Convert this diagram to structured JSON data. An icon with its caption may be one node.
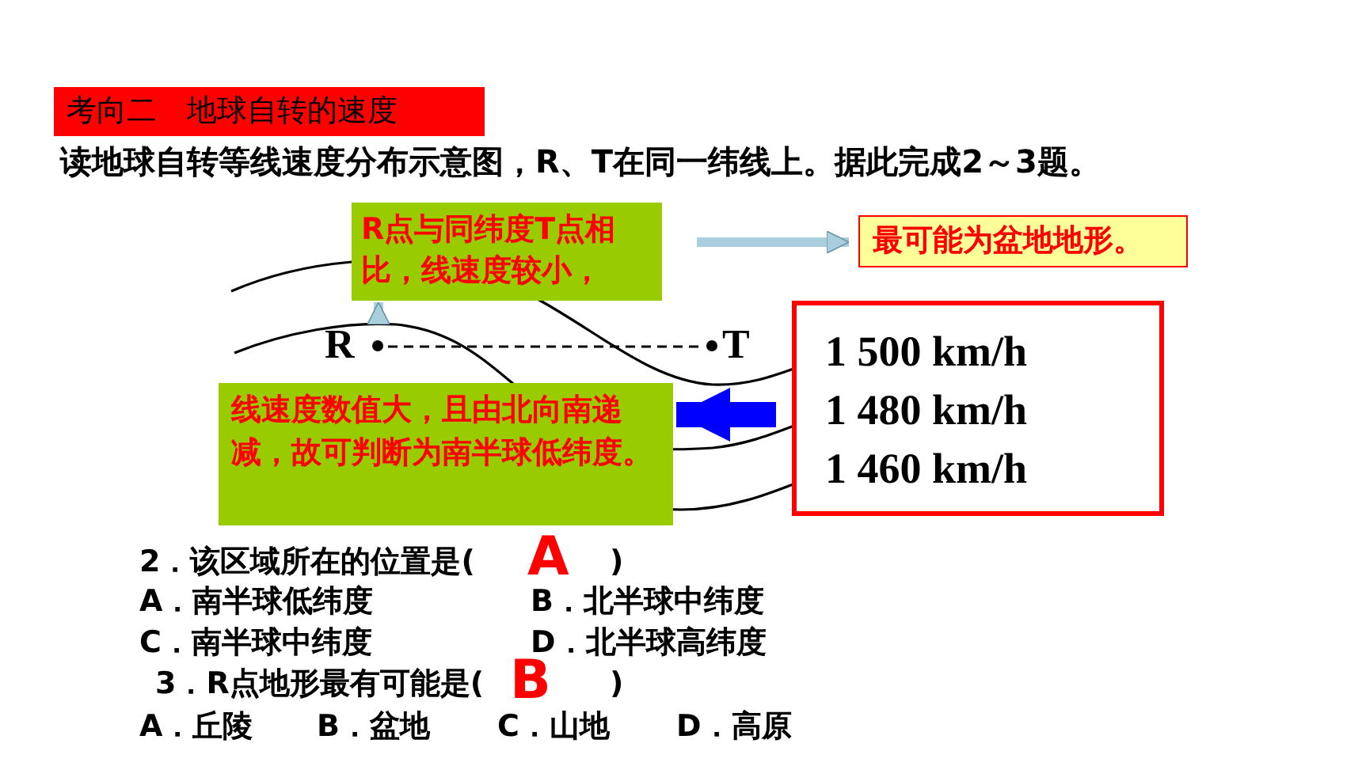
{
  "diagram": {
    "title": "考向二　地球自转的速度",
    "nodes": [
      {
        "text": [
          "R点与同纬度T点相比，线速度较小，"
        ]
      },
      {
        "text": [
          "最可能为盆地地形。"
        ]
      },
      {
        "text": [
          "线速度数值大，且由北向南递减，故可判断为南半球低纬度。"
        ]
      },
      {
        "text": [
          "1 500 km/h",
          "1 480 km/h",
          "1 460 km/h"
        ]
      },
      {
        "text": [
          "R"
        ]
      },
      {
        "text": [
          "T"
        ]
      }
    ],
    "edges": [
      {
        "from": 0,
        "to": 1,
        "arrow": "to"
      },
      {
        "from": 4,
        "to": 0,
        "arrow": "to"
      },
      {
        "from": 3,
        "to": 2,
        "arrow": "to",
        "style": "thick",
        "color": "#0000ff"
      },
      {
        "from": 4,
        "to": 5,
        "arrow": "none",
        "style": "dashed",
        "color": "#000000"
      }
    ],
    "labels": [
      "读地球自转等线速度分布示意图，**R**、**T**在同一纬线上。据此完成**2**～**3**题。",
      "2．该区域所在的位置是(",
      "A",
      ")",
      "A．南半球低纬度",
      "B．北半球中纬度",
      "C．南半球中纬度",
      "D．北半球高纬度",
      "3．R点地形最有可能是(",
      "B",
      ")",
      "A．丘陵",
      "B．盆地",
      "C．山地",
      "D．高原"
    ]
  }
}
